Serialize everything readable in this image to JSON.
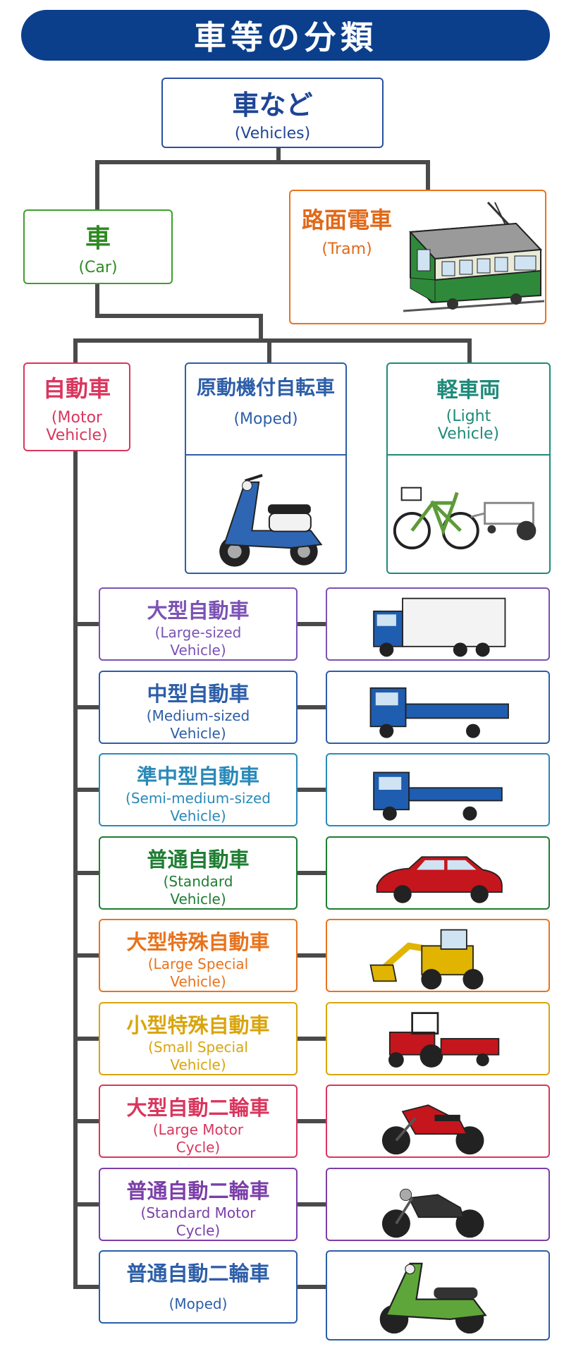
{
  "title": "車等の分類",
  "root": {
    "jp": "車など",
    "en": "(Vehicles)"
  },
  "car": {
    "jp": "車",
    "en": "(Car)"
  },
  "tram": {
    "jp": "路面電車",
    "en": "(Tram)",
    "icon": "tram-icon"
  },
  "motor_vehicle": {
    "jp": "自動車",
    "en1": "(Motor",
    "en2": "Vehicle)"
  },
  "moped_cat": {
    "jp": "原動機付自転車",
    "en": "(Moped)",
    "icon": "scooter-icon"
  },
  "light_vehicle": {
    "jp": "軽車両",
    "en1": "(Light",
    "en2": "Vehicle)",
    "icon": "bicycle-and-cart-icon"
  },
  "subtypes": [
    {
      "jp": "大型自動車",
      "en1": "(Large-sized",
      "en2": "Vehicle)",
      "color": "#7b52b5",
      "icon": "large-truck-icon"
    },
    {
      "jp": "中型自動車",
      "en1": "(Medium-sized",
      "en2": "Vehicle)",
      "color": "#2d5ea8",
      "icon": "medium-truck-icon"
    },
    {
      "jp": "準中型自動車",
      "en1": "(Semi-medium-sized",
      "en2": "Vehicle)",
      "color": "#2a8ab8",
      "icon": "semi-medium-truck-icon"
    },
    {
      "jp": "普通自動車",
      "en1": "(Standard",
      "en2": "Vehicle)",
      "color": "#1e7d32",
      "icon": "sedan-icon"
    },
    {
      "jp": "大型特殊自動車",
      "en1": "(Large Special",
      "en2": "Vehicle)",
      "color": "#e8731e",
      "icon": "wheel-loader-icon"
    },
    {
      "jp": "小型特殊自動車",
      "en1": "(Small Special",
      "en2": "Vehicle)",
      "color": "#d9a50e",
      "icon": "tractor-icon"
    },
    {
      "jp": "大型自動二輪車",
      "en1": "(Large Motor",
      "en2": "Cycle)",
      "color": "#d9365e",
      "icon": "large-motorcycle-icon"
    },
    {
      "jp": "普通自動二輪車",
      "en1": "(Standard Motor",
      "en2": "Cycle)",
      "color": "#7b3fa8",
      "icon": "standard-motorcycle-icon"
    },
    {
      "jp": "普通自動二輪車",
      "en1": "(Moped)",
      "en2": "",
      "color": "#2d5ea8",
      "icon": "green-scooter-icon"
    }
  ],
  "colors": {
    "title_bg": "#0b3f8c",
    "root": "#2d4fa0",
    "car": "#3f9e2e",
    "tram": "#e8731e",
    "motor": "#d9365e",
    "moped": "#2d5ea8",
    "light": "#1f8a7a",
    "line": "#4a4a4a"
  }
}
